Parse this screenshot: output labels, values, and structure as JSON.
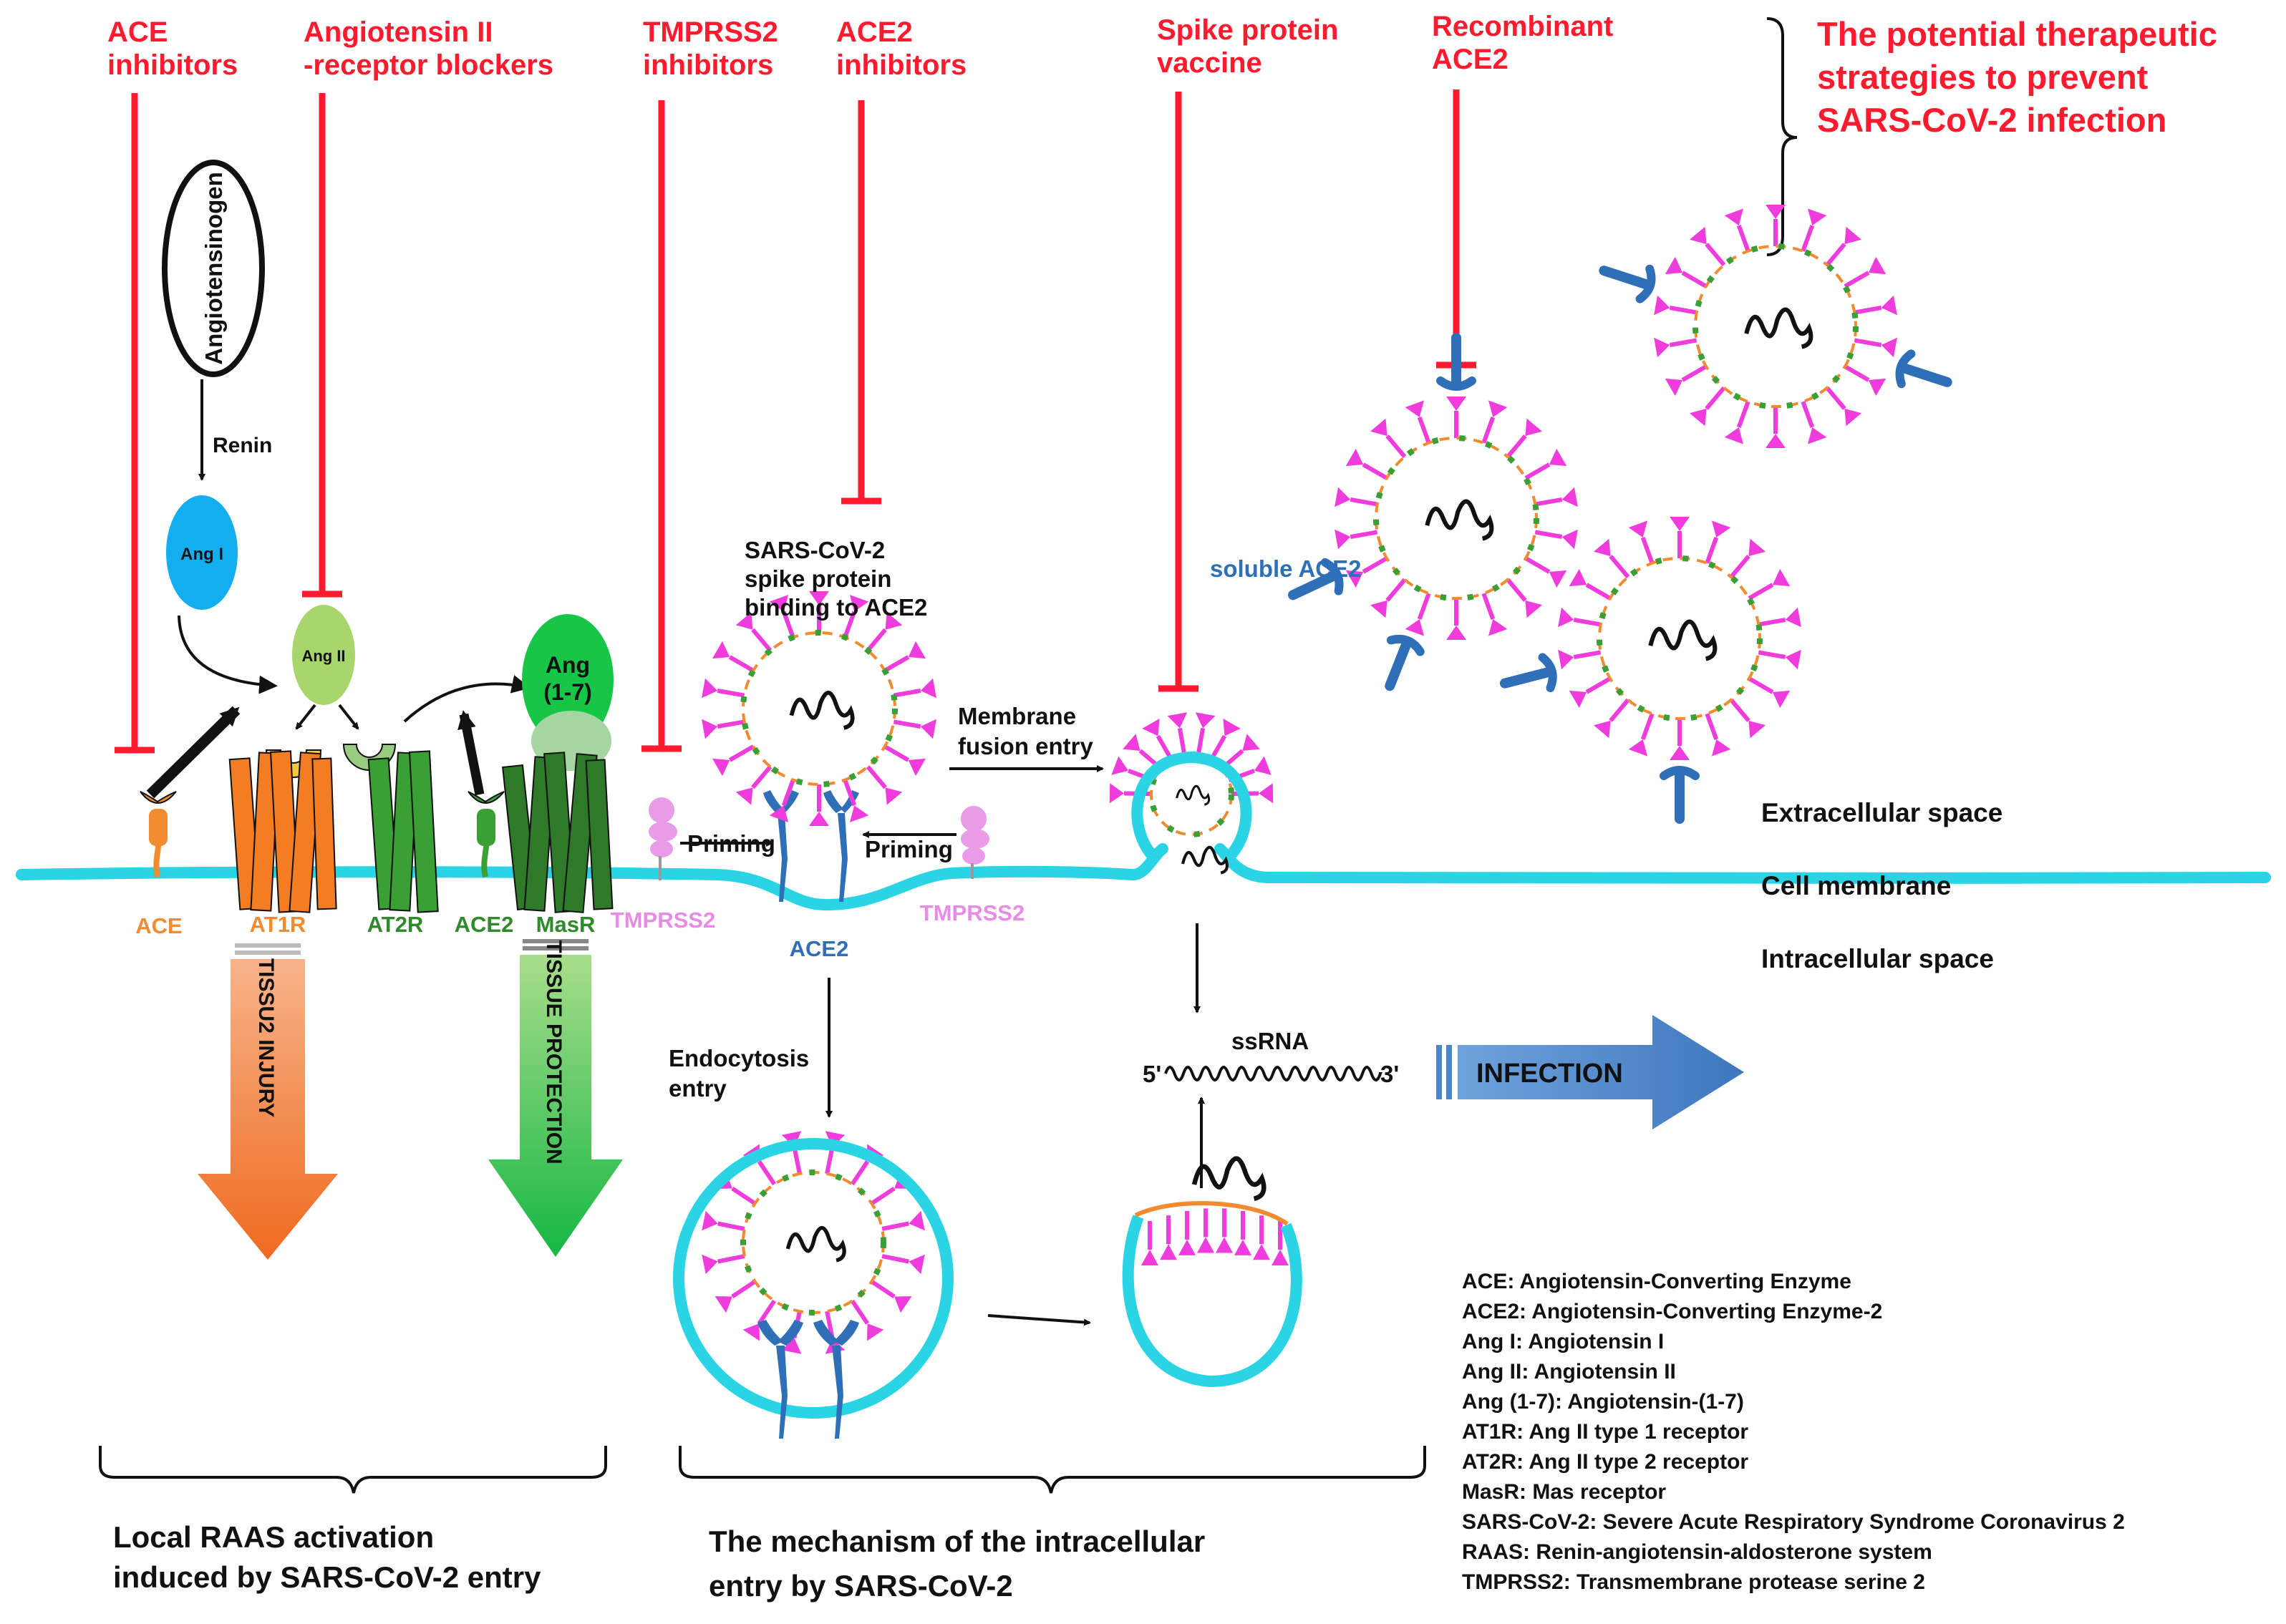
{
  "inhibitors": {
    "ace": [
      "ACE",
      "inhibitors"
    ],
    "arb": [
      "Angiotensin II",
      "-receptor blockers"
    ],
    "tmprss2": [
      "TMPRSS2",
      "inhibitors"
    ],
    "ace2": [
      "ACE2",
      "inhibitors"
    ],
    "vaccine": [
      "Spike protein",
      "vaccine"
    ],
    "recombinant": [
      "Recombinant",
      "ACE2"
    ]
  },
  "strategies_title": [
    "The potential therapeutic",
    "strategies to prevent",
    "SARS-CoV-2 infection"
  ],
  "raas": {
    "angiotensinogen": "Angiotensinogen",
    "renin": "Renin",
    "ang1": "Ang I",
    "ang2": "Ang II",
    "ang17": [
      "Ang",
      "(1-7)"
    ]
  },
  "receptors": {
    "ace": "ACE",
    "at1r": "AT1R",
    "at2r": "AT2R",
    "ace2": "ACE2",
    "masr": "MasR",
    "tmprss2_left": "TMPRSS2",
    "tmprss2_right": "TMPRSS2",
    "ace2_center": "ACE2"
  },
  "outcomes": {
    "injury": "TISSU2 INJURY",
    "protection": "TISSUE PROTECTION"
  },
  "labels": {
    "spike_binding": [
      "SARS-CoV-2",
      "spike protein",
      "binding to ACE2"
    ],
    "priming_left": "Priming",
    "priming_right": "Priming",
    "membrane_fusion": [
      "Membrane",
      "fusion entry"
    ],
    "soluble_ace2": "soluble ACE2",
    "endocytosis": [
      "Endocytosis",
      "entry"
    ],
    "ssrna": "ssRNA",
    "five_prime": "5'",
    "three_prime": "3'",
    "infection": "INFECTION"
  },
  "regions": {
    "extracellular": "Extracellular space",
    "membrane": "Cell membrane",
    "intracellular": "Intracellular space"
  },
  "captions": {
    "raas": [
      "Local RAAS activation",
      "induced by SARS-CoV-2 entry"
    ],
    "mechanism": [
      "The mechanism of the intracellular",
      "entry by SARS-CoV-2"
    ]
  },
  "legend": [
    "ACE: Angiotensin-Converting Enzyme",
    "ACE2: Angiotensin-Converting Enzyme-2",
    "Ang I: Angiotensin I",
    "Ang II: Angiotensin II",
    "Ang (1-7): Angiotensin-(1-7)",
    "AT1R: Ang II type 1 receptor",
    "AT2R: Ang II type 2 receptor",
    "MasR: Mas receptor",
    "SARS-CoV-2: Severe Acute Respiratory Syndrome Coronavirus 2",
    "RAAS: Renin-angiotensin-aldosterone system",
    "TMPRSS2: Transmembrane protease serine 2"
  ],
  "colors": {
    "inhibitor_red": "#ff1a2e",
    "membrane_cyan": "#2ad4e4",
    "spike_magenta": "#f03cdc",
    "ace_orange": "#f28a30",
    "receptor_green": "#3aa035",
    "ace2_blue": "#2f6fb8",
    "tmprss2_pink": "#e88be6",
    "infection_blue": "#4a86c8"
  }
}
